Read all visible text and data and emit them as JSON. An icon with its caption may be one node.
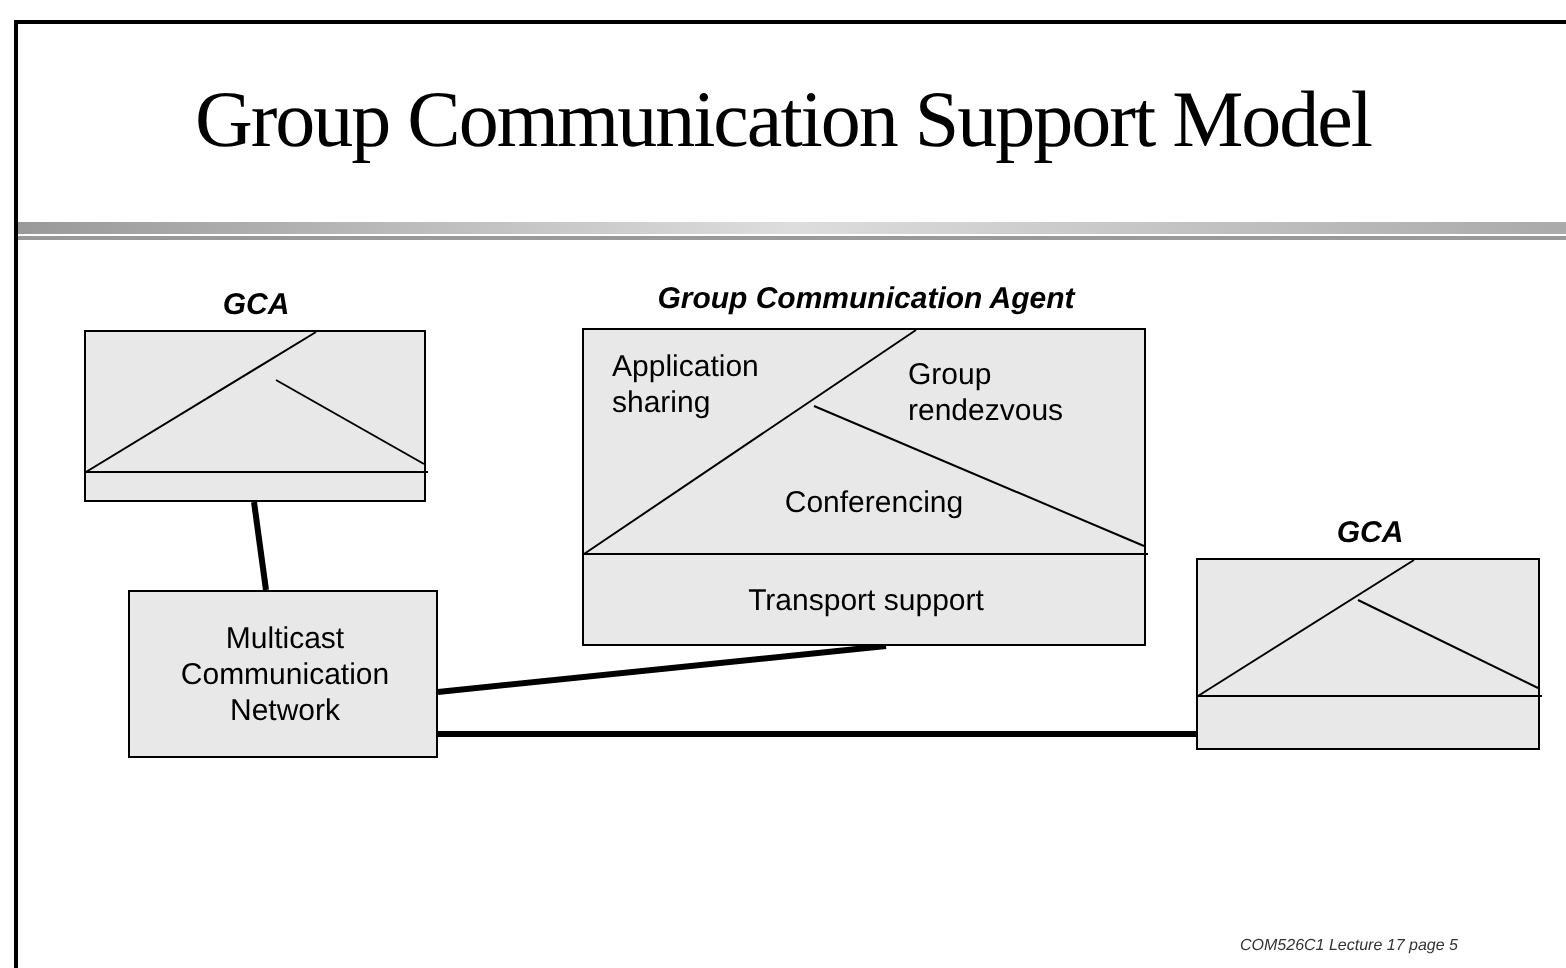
{
  "diagram": {
    "title": "Group Communication Support Model",
    "nodes": [
      {
        "text": [
          "GCA"
        ]
      },
      {
        "text": [
          "Group Communication Agent",
          "Application sharing",
          "Group rendezvous",
          "Conferencing",
          "Transport support"
        ]
      },
      {
        "text": [
          "Multicast Communication Network"
        ]
      },
      {
        "text": [
          "GCA"
        ]
      }
    ],
    "edges": [
      {
        "from": 0,
        "to": 2,
        "arrow": "none"
      },
      {
        "from": 2,
        "to": 1,
        "arrow": "none"
      },
      {
        "from": 2,
        "to": 3,
        "arrow": "none"
      }
    ],
    "labels": [
      "COM526C1 Lecture 17 page 5"
    ]
  }
}
